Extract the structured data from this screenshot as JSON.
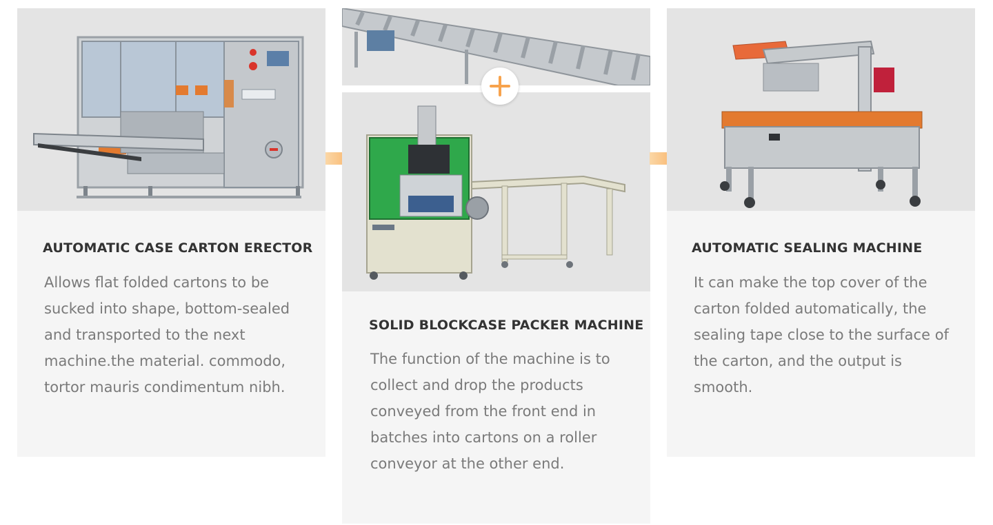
{
  "cards": [
    {
      "title": "AUTOMATIC CASE CARTON ERECTOR",
      "description": "Allows flat folded cartons to be sucked into shape, bottom-sealed and transported to the next machine.the material. commodo, tortor mauris condimentum nibh."
    },
    {
      "title": "SOLID BLOCKCASE PACKER MACHINE",
      "description": "The function of the machine is to collect and drop the products conveyed from the front end in batches into cartons on a roller conveyor at the other end."
    },
    {
      "title": "AUTOMATIC SEALING MACHINE",
      "description": "It can make the top cover of the carton folded automatically, the sealing tape close to the surface of the carton, and the output is smooth."
    }
  ],
  "colors": {
    "accent_orange": "#f7a34d",
    "card_bg": "#f5f5f5",
    "image_bg": "#e4e4e4",
    "title": "#333333",
    "body_text": "#7a7a7a"
  },
  "icons": [
    "arrow-right-icon",
    "plus-icon"
  ]
}
